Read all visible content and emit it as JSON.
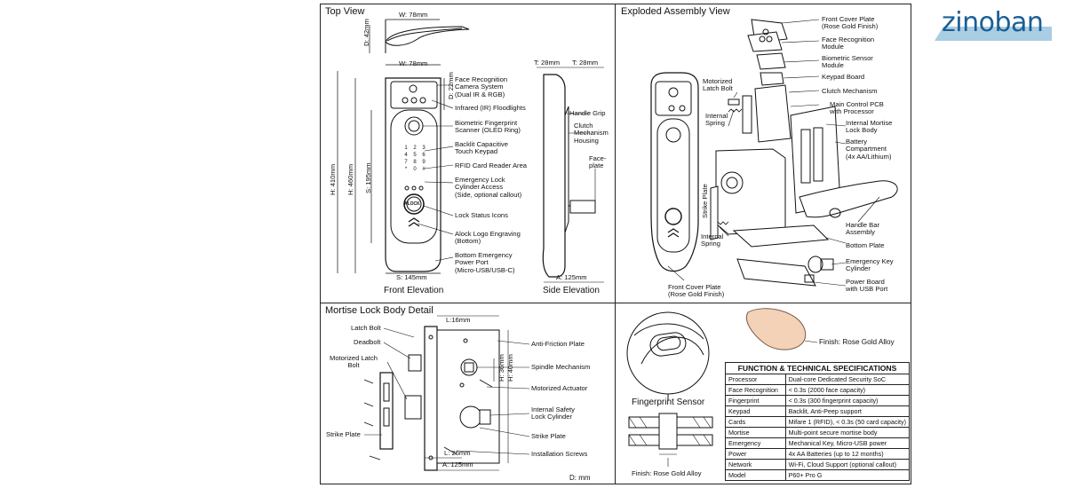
{
  "brand": {
    "logo_text": "zinoban"
  },
  "panels": {
    "top_view": "Top View",
    "exploded": "Exploded Assembly View",
    "mortise": "Mortise Lock Body Detail"
  },
  "captions": {
    "front_elevation": "Front Elevation",
    "side_elevation": "Side Elevation",
    "fingerprint_sensor": "Fingerprint Sensor",
    "finish_bottom": "Finish: Rose Gold Alloy",
    "finish_swatch": "Finish: Rose Gold Alloy",
    "units": "D: mm"
  },
  "dimensions": {
    "top_width": "W: 78mm",
    "top_depth": "D: 42mm",
    "front_width": "W: 78mm",
    "front_depth": "D: 22mm",
    "height_410": "H: 410mm",
    "height_460": "H: 460mm",
    "s_195": "S: 195mm",
    "s_145": "S: 145mm",
    "t1": "T: 28mm",
    "t2": "T: 28mm",
    "a_125": "A: 125mm",
    "l_16": "L:16mm",
    "h_36": "H: 36mm",
    "h_40": "H: 40mm",
    "l_26": "L: 26mm",
    "a_125b": "A: 125mm"
  },
  "front_callouts": [
    "Face Recognition\nCamera System\n(Dual IR & RGB)",
    "Infrared (IR) Floodlights",
    "Biometric Fingerprint\nScanner (OLED Ring)",
    "Backlit Capacitive\nTouch Keypad",
    "RFID Card Reader Area",
    "Emergency Lock\nCylinder Access\n(Side, optional callout)",
    "Lock Status Icons",
    "Alock Logo Engraving\n(Bottom)",
    "Bottom Emergency\nPower Port\n(Micro-USB/USB-C)"
  ],
  "side_callouts": [
    "Handle Grip",
    "Clutch\nMechanism\nHousing",
    "Face-\nplate"
  ],
  "device_text": {
    "keypad": [
      "1",
      "2",
      "3",
      "4",
      "5",
      "6",
      "7",
      "8",
      "9",
      "*",
      "0",
      "#"
    ],
    "brand_badge": "ALOCK"
  },
  "exploded_callouts": {
    "front_cover_top": "Front Cover Plate\n(Rose Gold Finish)",
    "face_module": "Face Recognition\nModule",
    "bio_module": "Biometric Sensor\nModule",
    "keypad_board": "Keypad Board",
    "clutch": "Clutch Mechanism",
    "main_pcb": "Main Control PCB\nwith Processor",
    "mortise_body": "Internal Mortise\nLock Body",
    "battery": "Battery\nCompartment\n(4x AA/Lithium)",
    "handle_bar": "Handle Bar\nAssembly",
    "bottom_plate": "Bottom Plate",
    "emergency_cyl": "Emergency Key\nCylinder",
    "power_board": "Power Board\nwith USB Port",
    "motorized_latch": "Motorized\nLatch Bolt",
    "internal_spring_1": "Internal\nSpring",
    "strike_plate": "Strike Plate",
    "internal_spring_2": "Internal\nSpring",
    "front_cover_bottom": "Front Cover Plate\n(Rose Gold Finish)"
  },
  "mortise_callouts": {
    "latch_bolt": "Latch Bolt",
    "deadbolt": "Deadbolt",
    "motorized_latch": "Motorized Latch\nBolt",
    "strike_plate": "Strike Plate",
    "anti_friction": "Anti-Friction Plate",
    "spindle": "Spindle Mechanism",
    "actuator": "Motorized Actuator",
    "safety_cyl": "Internal Safety\nLock Cylinder",
    "strike_plate_r": "Strike Plate",
    "screws": "Installation Screws"
  },
  "spec_table": {
    "title": "FUNCTION & TECHNICAL SPECIFICATIONS",
    "rows": [
      [
        "Processor",
        "Dual-core Dedicated Security SoC"
      ],
      [
        "Face Recognition",
        "< 0.3s (2000 face capacity)"
      ],
      [
        "Fingerprint",
        "< 0.3s (300 fingerprint capacity)"
      ],
      [
        "Keypad",
        "Backlit, Anti-Peep support"
      ],
      [
        "Cards",
        "Mifare 1 (RFID), < 0.3s (50 card capacity)"
      ],
      [
        "Mortise",
        "Multi-point secure mortise body"
      ],
      [
        "Emergency",
        "Mechanical Key, Micro-USB power"
      ],
      [
        "Power",
        "4x AA Batteries (up to 12 months)"
      ],
      [
        "Network",
        "Wi-Fi, Cloud Support (optional callout)"
      ],
      [
        "Model",
        "P60+ Pro G"
      ]
    ]
  },
  "colors": {
    "rose_gold": "#f3d2b8",
    "brand_blue": "#1a5f96",
    "ink": "#111111"
  }
}
